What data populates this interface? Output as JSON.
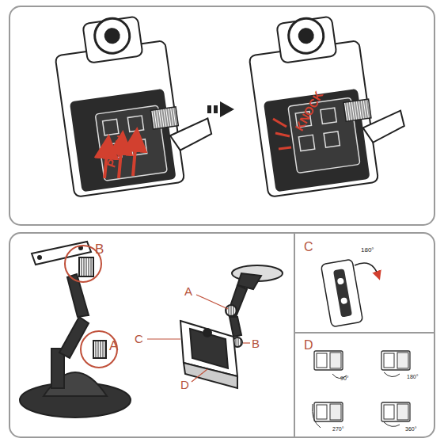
{
  "diagram": {
    "labels": [
      "PUSH",
      "KNOCK",
      "B",
      "A",
      "A",
      "C",
      "B",
      "D",
      "C",
      "180°",
      "D",
      "90°",
      "180°",
      "270°",
      "360°"
    ]
  }
}
